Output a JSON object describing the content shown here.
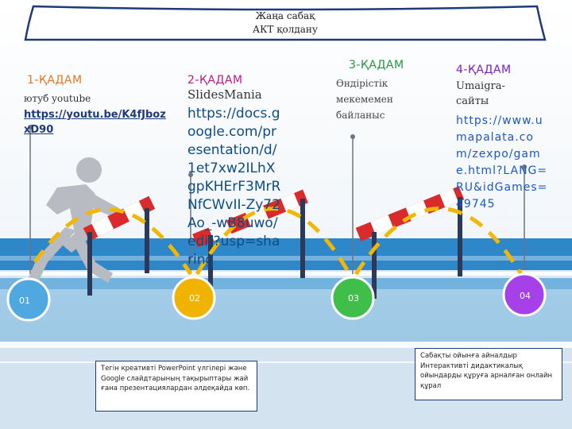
{
  "banner": {
    "line1": "Жаңа сабақ",
    "line2": "АКТ қолдану"
  },
  "steps": [
    {
      "title": "1-ҚАДАМ",
      "text": "ютуб     youtube",
      "link": "https://youtu.be/K4fJboz xD90 ",
      "marker": "01",
      "color": "#e6761d"
    },
    {
      "title": "2-ҚАДАМ",
      "text": "SlidesMania",
      "link": "https://docs.google.com/presentation/d/1et7xw2ILhXgpKHErF3MrRNfCWvII-Zy72Ao_-wB8uwo/edit?usp=sharing",
      "marker": "02",
      "color": "#c0168a"
    },
    {
      "title": "3-ҚАДАМ",
      "text": "Өндірістік мекемемен байланыс",
      "marker": "03",
      "color": "#1e9b3a"
    },
    {
      "title": "4-ҚАДАМ",
      "text": "Umaigra-сайты",
      "link": "https://www.umapalata.com/zexpo/game.html?LANG=RU&idGames=49745",
      "marker": "04",
      "color": "#7a1fbf"
    }
  ],
  "notes": {
    "left": "Тегін креативті PowerPoint үлгілері және Google слайдтарының тақырыптары жай ғана презентациялардан әлдеқайда көп.",
    "right": "Сабақты ойынға айналдыр Интерактивті дидактикалық ойындарды құруға арналған онлайн құрал"
  },
  "colors": {
    "arc": "#f2b705",
    "marker1": "#4fa8e0",
    "marker2": "#f0b400",
    "marker3": "#3fbf4a",
    "marker4": "#a640e8",
    "hurdle_red": "#d92b2b",
    "hurdle_post": "#2a3a58"
  },
  "icons": [
    "runner-icon",
    "hurdle-icon"
  ]
}
